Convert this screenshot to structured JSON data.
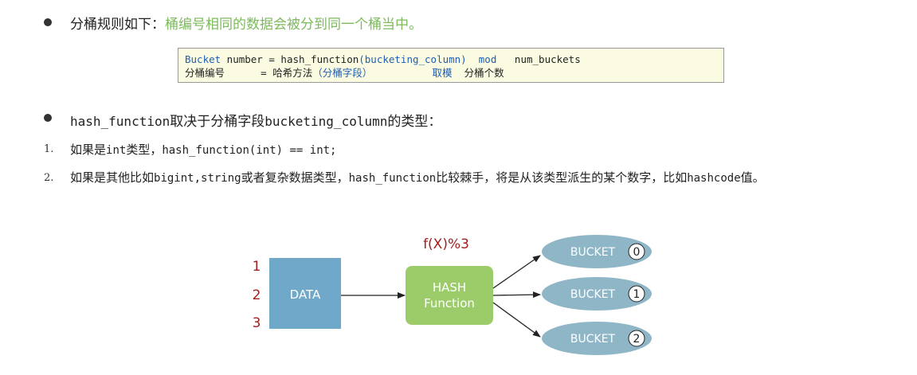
{
  "line1": {
    "prefix": "分桶规则如下：",
    "highlight": "桶编号相同的数据会被分到同一个桶当中。"
  },
  "code": {
    "row1": {
      "a": "Bucket",
      "b": " number = hash_function",
      "c": "(bucketing_column)",
      "d": "  mod",
      "e": "   num_buckets"
    },
    "row2": {
      "a": "分桶编号",
      "b": "      = 哈希方法",
      "c": "（分桶字段）",
      "d": "          取模",
      "e": "  分桶个数"
    }
  },
  "line2": {
    "a": "hash_function",
    "b": "取决于分桶字段",
    "c": "bucketing_column",
    "d": "的类型："
  },
  "items": [
    {
      "number": "1.",
      "parts": [
        "如果是",
        "int",
        "类型，",
        "hash_function(int) == int;"
      ]
    },
    {
      "number": "2.",
      "parts": [
        "如果是其他比如",
        "bigint,string",
        "或者复杂数据类型，",
        "hash_function",
        "比较棘手，将是从该类型派生的某个数字，比如",
        "hashcode",
        "值。"
      ]
    }
  ],
  "diagram": {
    "formula": "f(X)%3",
    "row_labels": [
      "1",
      "2",
      "3"
    ],
    "data_label": "DATA",
    "hash_line1": "HASH",
    "hash_line2": "Function",
    "buckets": [
      {
        "label": "BUCKET",
        "index": "0"
      },
      {
        "label": "BUCKET",
        "index": "1"
      },
      {
        "label": "BUCKET",
        "index": "2"
      }
    ],
    "colors": {
      "data": "#6fa8c8",
      "hash": "#9ccc6a",
      "bucket": "#8fb6c7",
      "numbers": "#a0211f"
    }
  }
}
